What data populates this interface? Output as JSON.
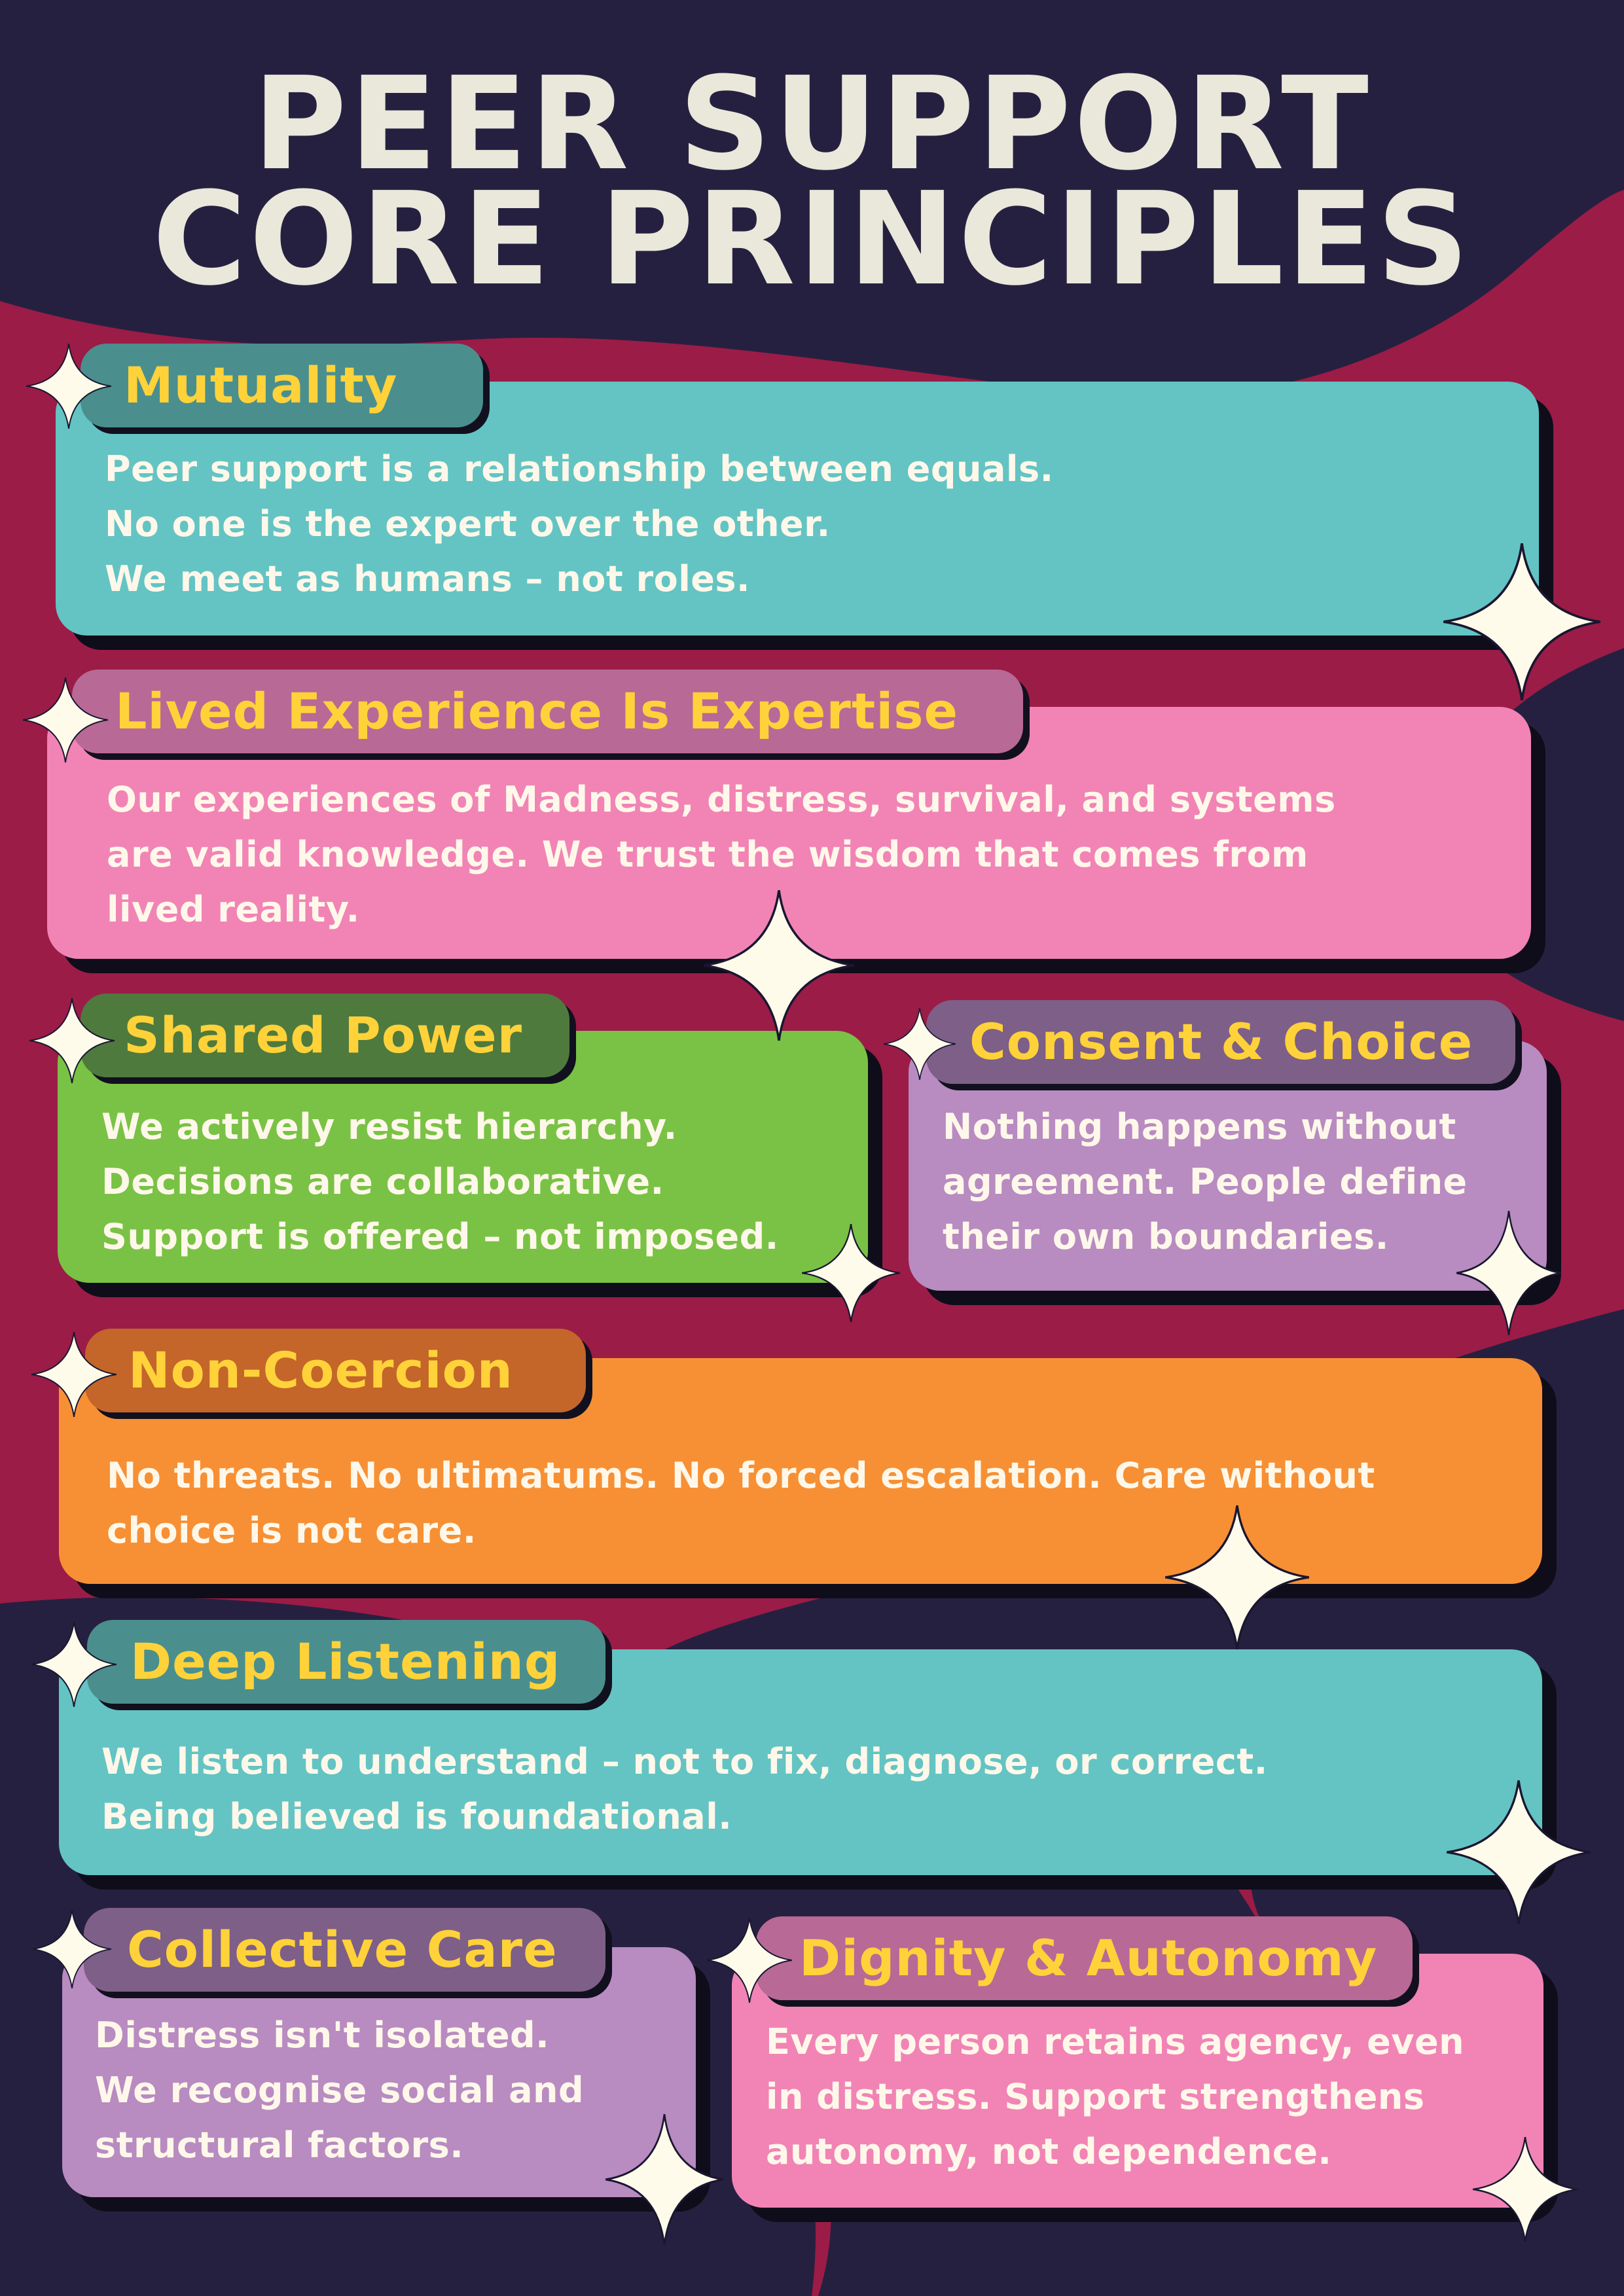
{
  "title": {
    "line1": "PEER SUPPORT",
    "line2": "CORE PRINCIPLES"
  },
  "colors": {
    "background": "#262040",
    "blob": "#9B1C47",
    "title_text": "#E9E8DA",
    "heading_text": "#FFD23A",
    "body_text": "#FFF8EA",
    "star": "#FFFBEA"
  },
  "principles": [
    {
      "heading": "Mutuality",
      "lines": [
        "Peer support is a relationship between equals.",
        "No one is the expert over the other.",
        "We meet as humans – not roles."
      ],
      "card_color": "#63C4C3",
      "tab_color": "#4A8F8D"
    },
    {
      "heading": "Lived Experience Is Expertise",
      "lines": [
        "Our experiences of Madness, distress, survival, and systems",
        "are valid knowledge. We trust the wisdom that comes from",
        "lived reality."
      ],
      "card_color": "#F184B5",
      "tab_color": "#B86996"
    },
    {
      "heading": "Shared Power",
      "lines": [
        "We actively resist hierarchy.",
        "Decisions are collaborative.",
        "Support is offered – not imposed."
      ],
      "card_color": "#79C245",
      "tab_color": "#4E7A3E"
    },
    {
      "heading": "Consent & Choice",
      "lines": [
        "Nothing happens without",
        "agreement. People define",
        "their own boundaries."
      ],
      "card_color": "#B88BC1",
      "tab_color": "#7D5F87"
    },
    {
      "heading": "Non-Coercion",
      "lines": [
        "No threats. No ultimatums. No forced escalation. Care without",
        "choice is not care."
      ],
      "card_color": "#F79034",
      "tab_color": "#C4652A"
    },
    {
      "heading": "Deep Listening",
      "lines": [
        "We listen to understand – not to fix, diagnose, or correct.",
        "Being believed is foundational."
      ],
      "card_color": "#63C4C3",
      "tab_color": "#4A8F8D"
    },
    {
      "heading": "Collective Care",
      "lines": [
        "Distress isn't isolated.",
        "We recognise social and",
        "structural factors."
      ],
      "card_color": "#B88BC1",
      "tab_color": "#7D5F87"
    },
    {
      "heading": "Dignity & Autonomy",
      "lines": [
        "Every person retains agency, even",
        "in distress. Support strengthens",
        "autonomy, not dependence."
      ],
      "card_color": "#F184B5",
      "tab_color": "#B86996"
    }
  ],
  "decorations": {
    "star_icon": "four-point-sparkle"
  }
}
